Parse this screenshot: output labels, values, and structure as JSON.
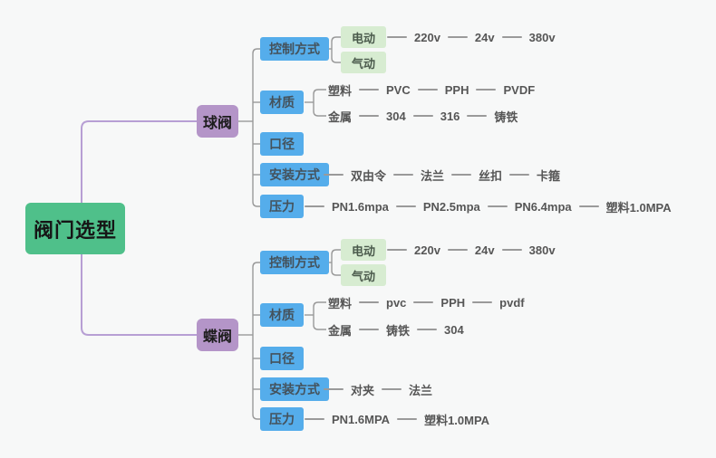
{
  "root": {
    "label": "阀门选型"
  },
  "colors": {
    "background": "#f7f8f8",
    "root_green": "#4FC08A",
    "branch_purple": "#B495C8",
    "topic_blue": "#55ADEB",
    "sub_green": "#D7ECD1",
    "trunk_line_purple": "#B79FD4",
    "connector_gray": "#999999"
  },
  "branches": [
    {
      "label": "球阀",
      "children": [
        {
          "label": "控制方式",
          "children": [
            {
              "label": "电动",
              "chain": [
                "220v",
                "24v",
                "380v"
              ]
            },
            {
              "label": "气动",
              "chain": []
            }
          ]
        },
        {
          "label": "材质",
          "children": [
            {
              "label": "塑料",
              "chain": [
                "PVC",
                "PPH",
                "PVDF"
              ]
            },
            {
              "label": "金属",
              "chain": [
                "304",
                "316",
                "铸铁"
              ]
            }
          ]
        },
        {
          "label": "口径"
        },
        {
          "label": "安装方式",
          "chain": [
            "双由令",
            "法兰",
            "丝扣",
            "卡箍"
          ]
        },
        {
          "label": "压力",
          "chain": [
            "PN1.6mpa",
            "PN2.5mpa",
            "PN6.4mpa",
            "塑料1.0MPA"
          ]
        }
      ]
    },
    {
      "label": "蝶阀",
      "children": [
        {
          "label": "控制方式",
          "children": [
            {
              "label": "电动",
              "chain": [
                "220v",
                "24v",
                "380v"
              ]
            },
            {
              "label": "气动",
              "chain": []
            }
          ]
        },
        {
          "label": "材质",
          "children": [
            {
              "label": "塑料",
              "chain": [
                "pvc",
                "PPH",
                "pvdf"
              ]
            },
            {
              "label": "金属",
              "chain": [
                "铸铁",
                "304"
              ]
            }
          ]
        },
        {
          "label": "口径"
        },
        {
          "label": "安装方式",
          "chain": [
            "对夹",
            "法兰"
          ]
        },
        {
          "label": "压力",
          "chain": [
            "PN1.6MPA",
            "塑料1.0MPA"
          ]
        }
      ]
    }
  ]
}
